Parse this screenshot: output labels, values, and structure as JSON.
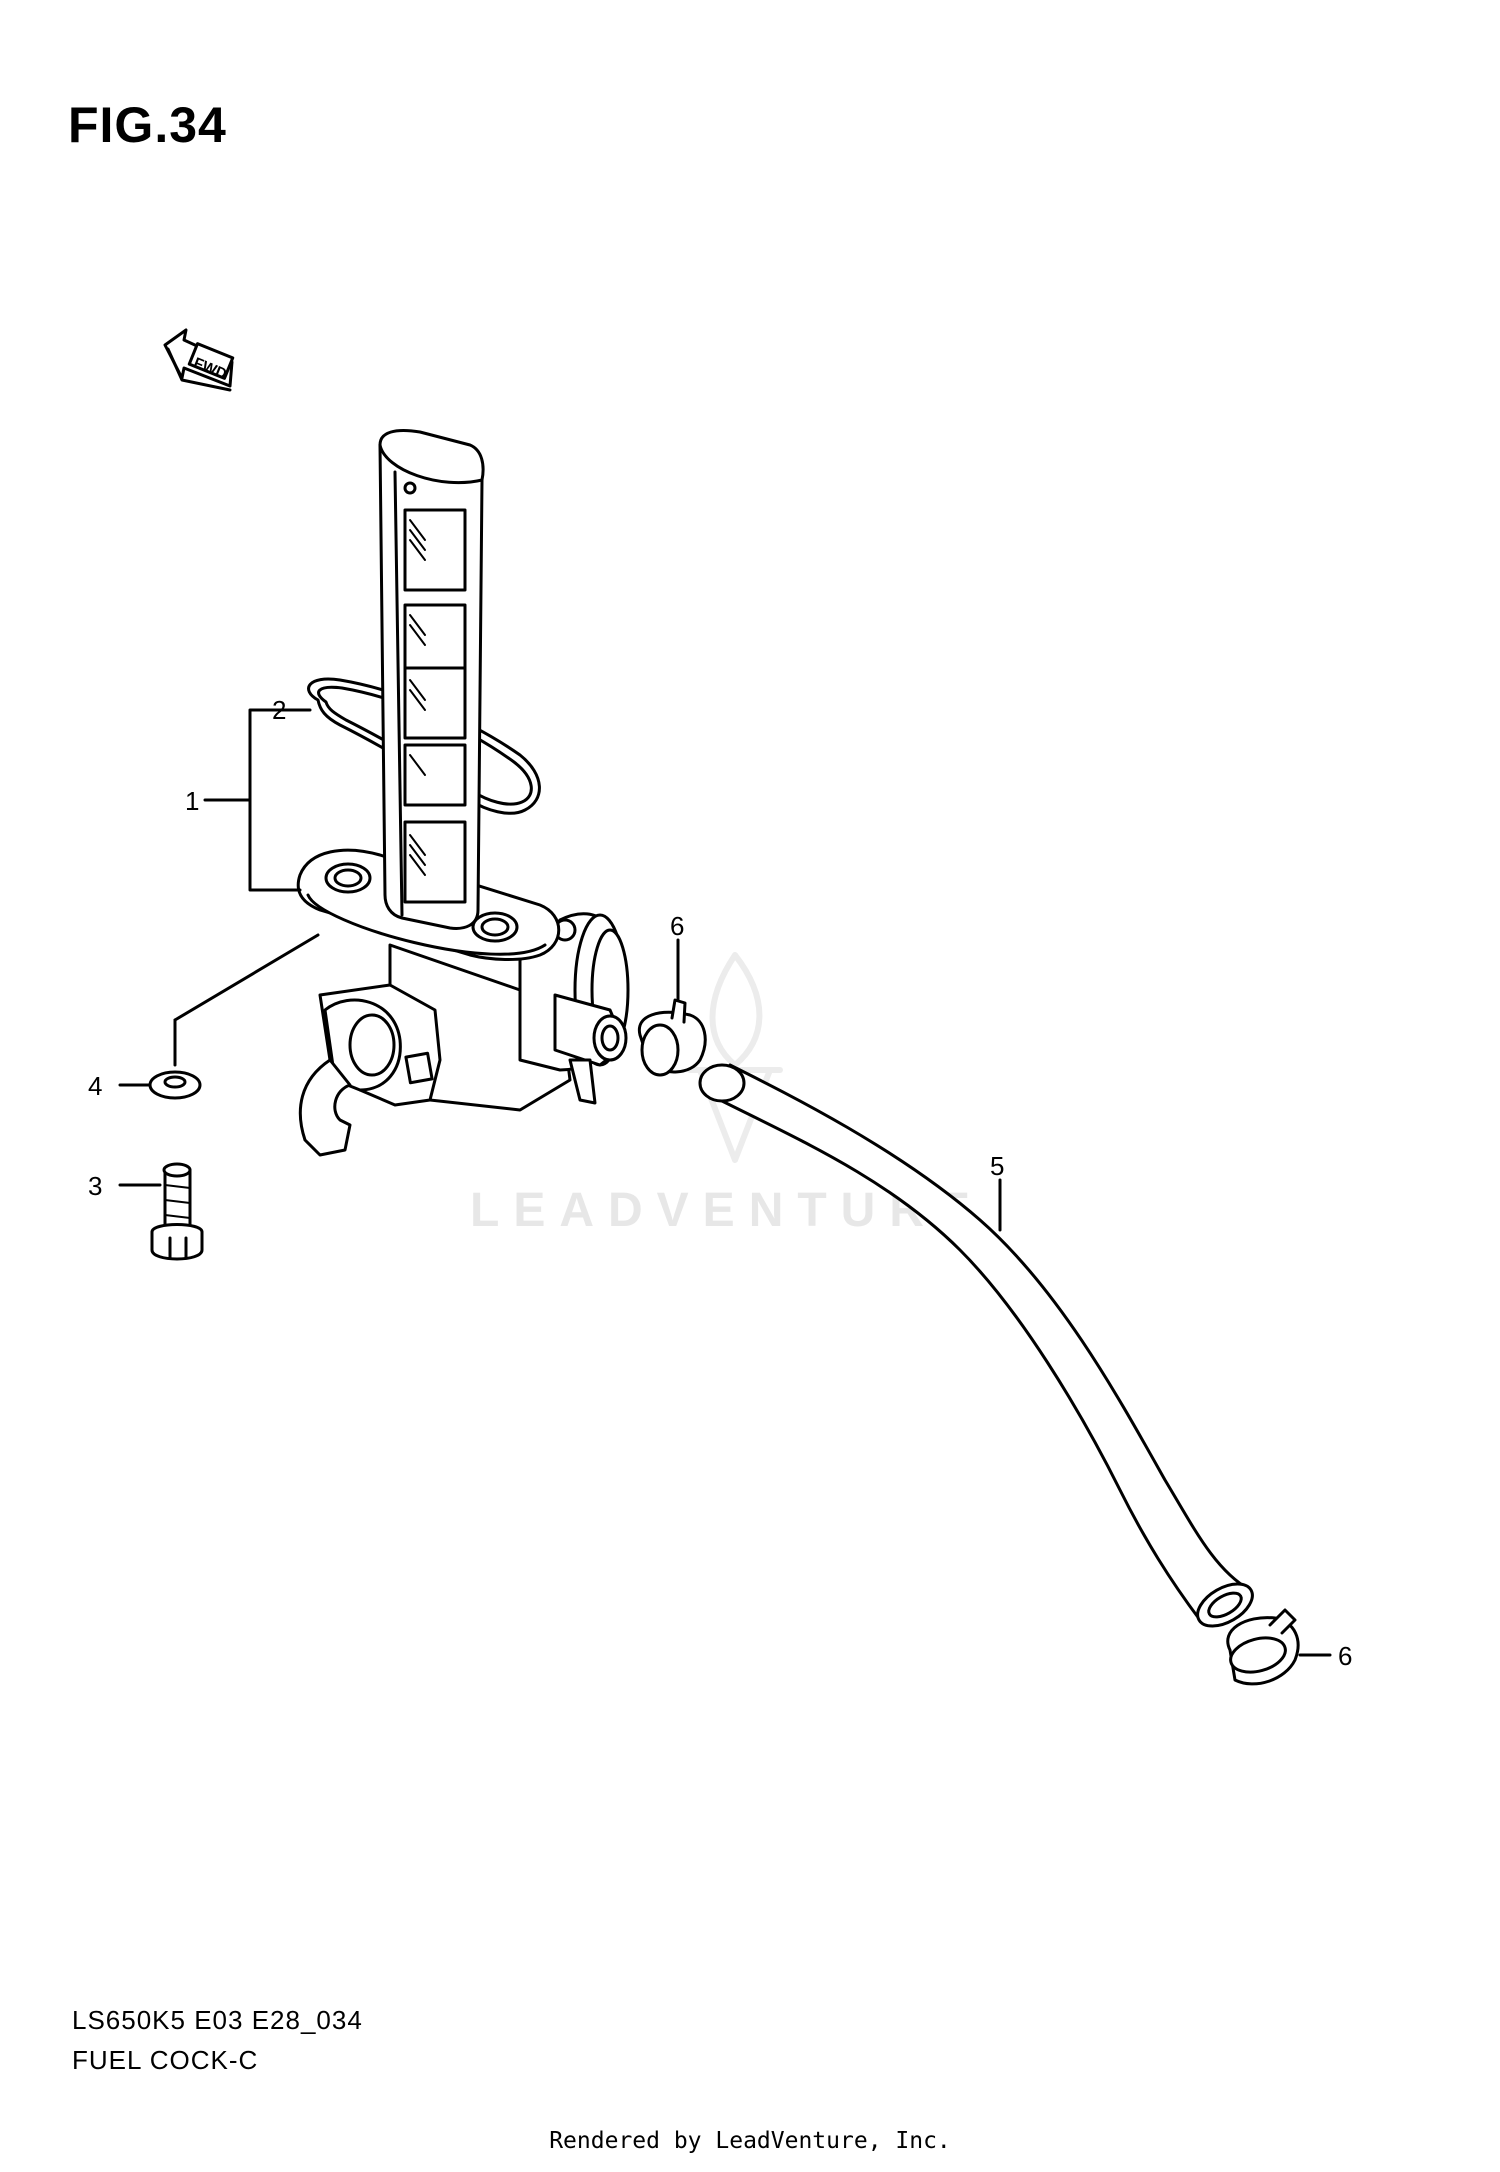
{
  "figure": {
    "title": "FIG.34"
  },
  "fwd_label": "FWD",
  "callouts": [
    {
      "id": "1",
      "label": "1"
    },
    {
      "id": "2",
      "label": "2"
    },
    {
      "id": "3",
      "label": "3"
    },
    {
      "id": "4",
      "label": "4"
    },
    {
      "id": "5",
      "label": "5"
    },
    {
      "id": "6a",
      "label": "6"
    },
    {
      "id": "6b",
      "label": "6"
    }
  ],
  "watermark": "LEADVENTURE",
  "footer": {
    "model_code": "LS650K5 E03 E28_034",
    "section_name": "FUEL COCK-C",
    "rendered_by": "Rendered by LeadVenture, Inc."
  }
}
